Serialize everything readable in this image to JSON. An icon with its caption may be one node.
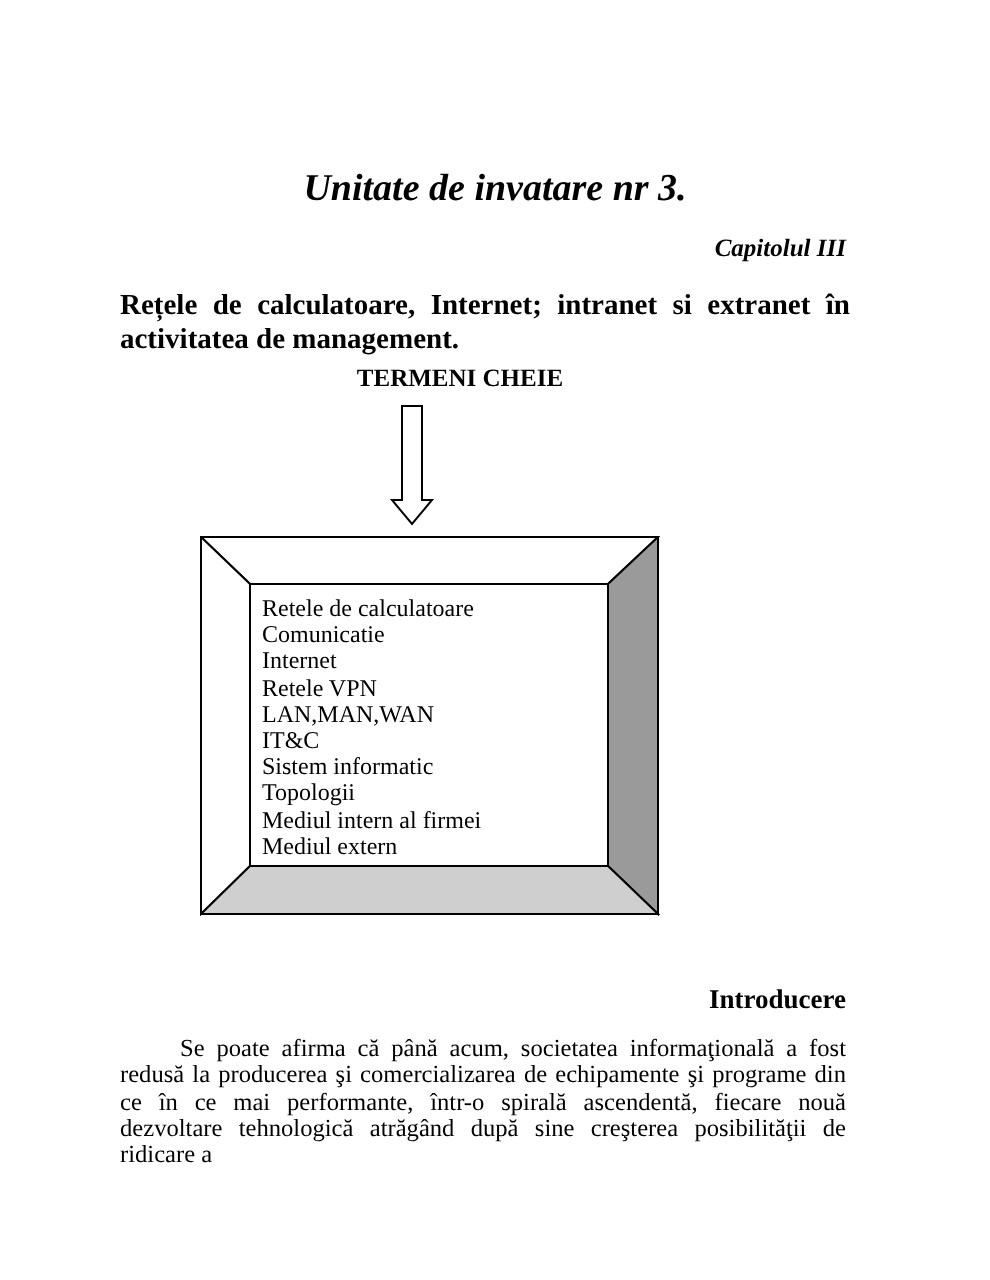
{
  "diagram": {
    "title": "Unitate de invatare nr 3.",
    "nodes": [
      {
        "text": [
          "TERMENI CHEIE"
        ]
      },
      {
        "text": [
          "Retele de calculatoare",
          "Comunicatie",
          "Internet",
          "Retele VPN",
          "LAN,MAN,WAN",
          "IT&C",
          "Sistem informatic",
          "Topologii",
          "Mediul intern al firmei",
          "Mediul extern"
        ]
      }
    ],
    "edges": [
      {
        "from": 0,
        "to": 1,
        "arrow": "to"
      }
    ],
    "labels": [
      "Capitolul III",
      "Rețele de calculatoare, Internet; intranet si extranet în activitatea de management.",
      "Introducere",
      "Se poate afirma că până acum, societatea informaţională a fost redusă la producerea şi comercializarea de echipamente şi programe din ce în ce mai performante, într-o spirală ascendentă, fiecare nouă dezvoltare tehnologică atrăgând după sine creşterea posibilităţii de ridicare a"
    ]
  }
}
